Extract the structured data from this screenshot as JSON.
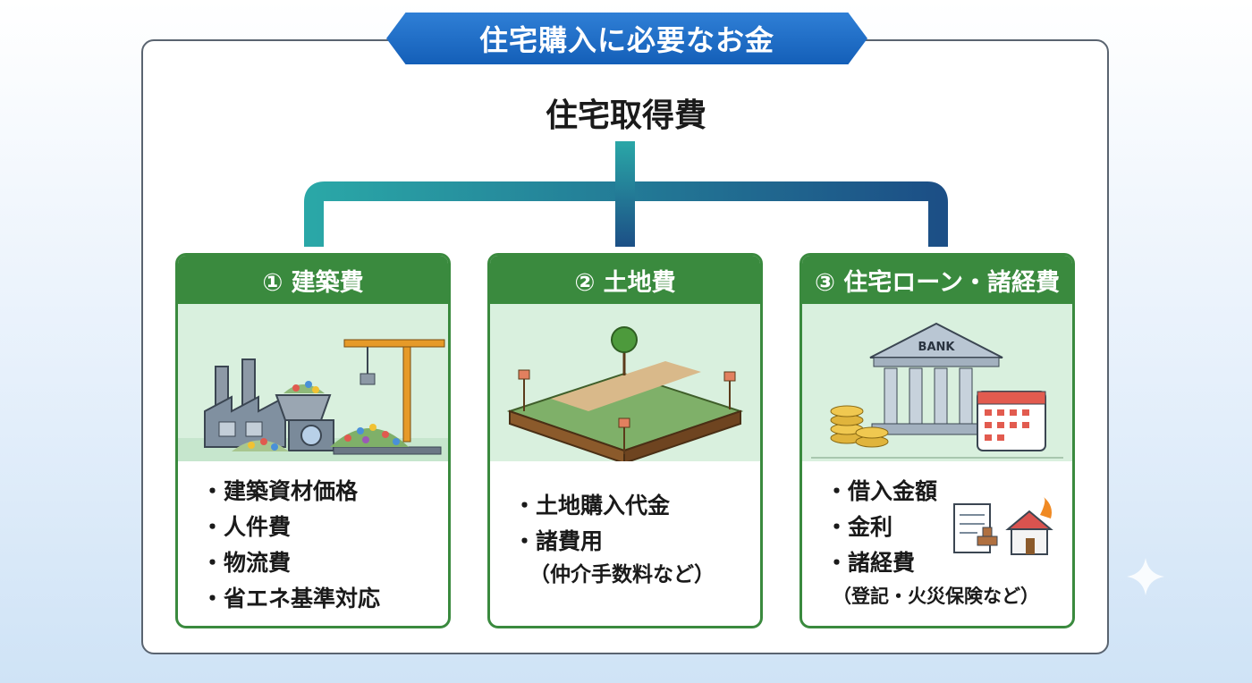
{
  "title": "住宅購入に必要なお金",
  "root": "住宅取得費",
  "cards": [
    {
      "header": "① 建築費",
      "items": [
        "・建築資材価格",
        "・人件費",
        "・物流費",
        "・省エネ基準対応"
      ],
      "note": ""
    },
    {
      "header": "② 土地費",
      "items": [
        "・土地購入代金",
        "・諸費用"
      ],
      "note": "（仲介手数料など）"
    },
    {
      "header": "③ 住宅ローン・諸経費",
      "items": [
        "・借入金額",
        "・金利",
        "・諸経費"
      ],
      "note": "（登記・火災保険など）"
    }
  ],
  "bank_sign": "BANK",
  "colors": {
    "banner": "#145fb8",
    "card_green": "#3a8a3e",
    "illust_bg": "#d9f0de",
    "connector_teal": "#2aa7a7",
    "connector_navy": "#1c4f86"
  }
}
